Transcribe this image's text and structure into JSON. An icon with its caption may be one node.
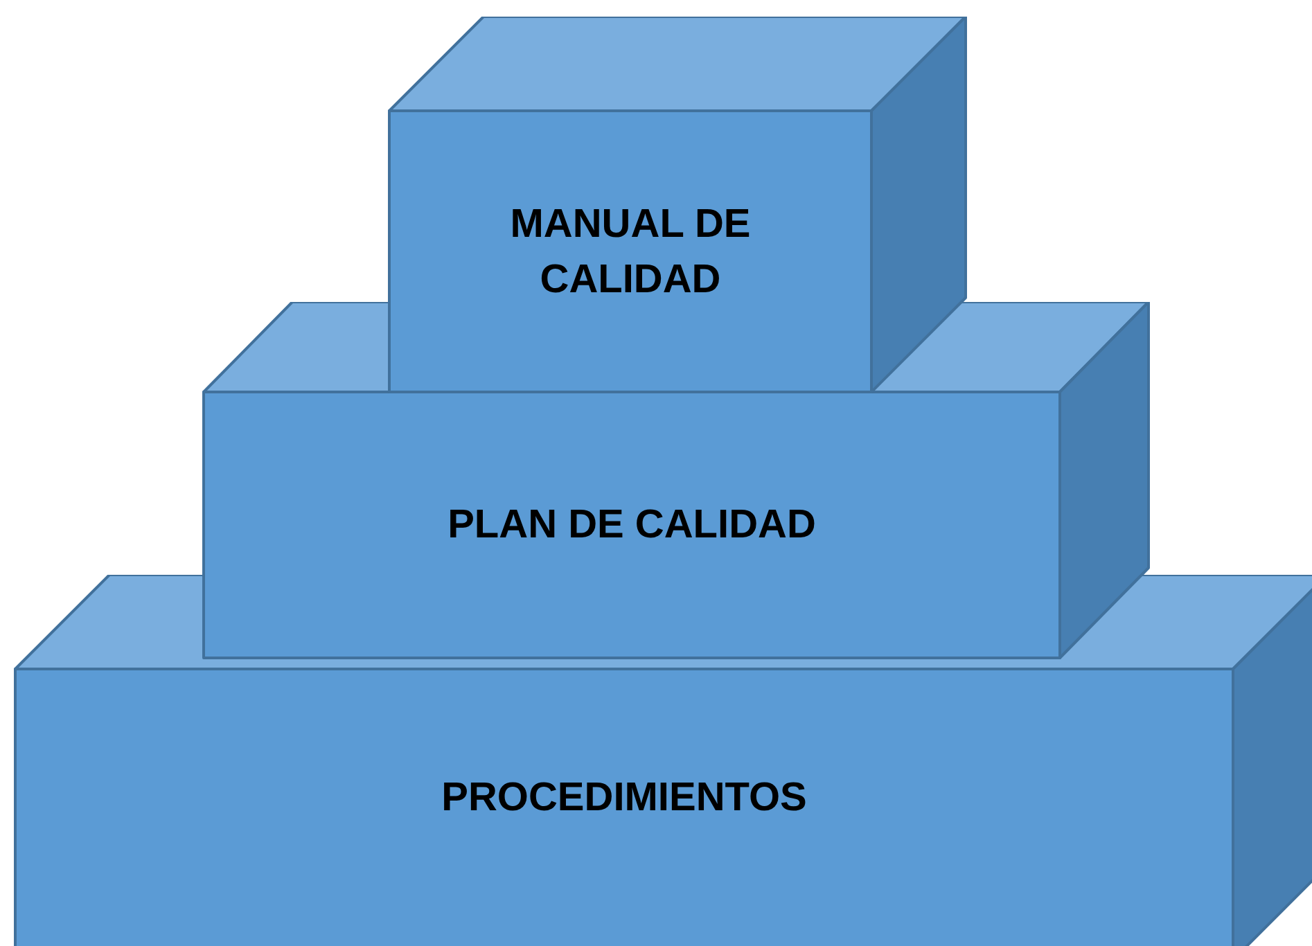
{
  "diagram": {
    "nodes": [
      {
        "text": [
          "MANUAL DE CALIDAD"
        ]
      },
      {
        "text": [
          "PLAN DE CALIDAD"
        ]
      },
      {
        "text": [
          "PROCEDIMIENTOS"
        ]
      }
    ]
  }
}
